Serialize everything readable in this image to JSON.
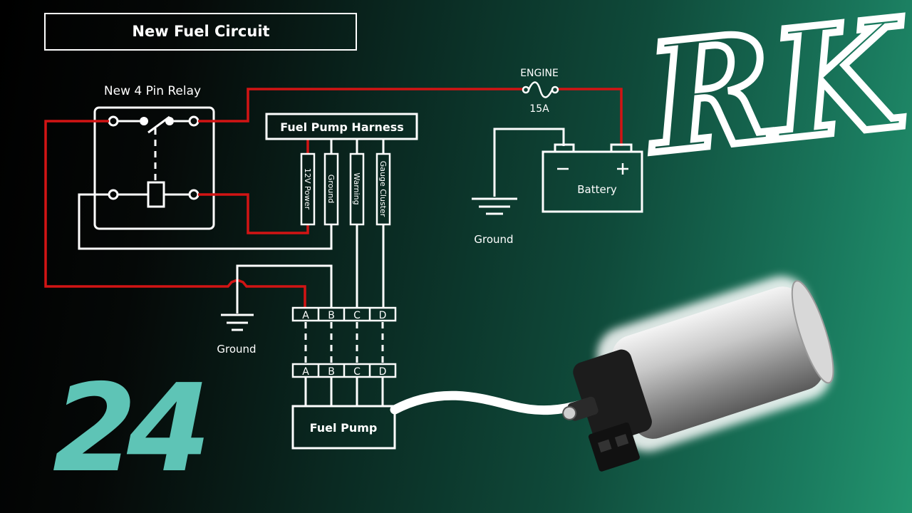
{
  "title": "New Fuel Circuit",
  "relay": {
    "label": "New 4 Pin Relay"
  },
  "harness": {
    "label": "Fuel Pump Harness",
    "pins": [
      "12V Power",
      "Ground",
      "Warning",
      "Gauge Cluster"
    ]
  },
  "fuse": {
    "label": "ENGINE",
    "rating": "15A"
  },
  "battery": {
    "label": "Battery",
    "neg_symbol": "−",
    "pos_symbol": "+"
  },
  "grounds": {
    "top_label": "Ground",
    "bottom_label": "Ground"
  },
  "connector_top": [
    "A",
    "B",
    "C",
    "D"
  ],
  "connector_bottom": [
    "A",
    "B",
    "C",
    "D"
  ],
  "pump": {
    "label": "Fuel Pump"
  },
  "episode_number": "24",
  "logo": "RK",
  "colors": {
    "power_wire": "#d21414",
    "signal_wire": "#ffffff",
    "number_accent": "#5ec4b6"
  }
}
